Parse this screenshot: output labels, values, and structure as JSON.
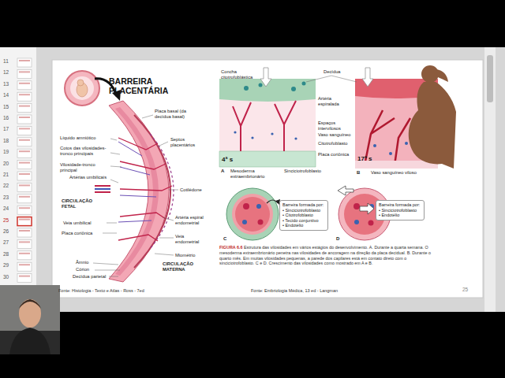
{
  "diagram": {
    "title": "BARREIRA PLACENTÁRIA",
    "caption": "Estrutura das vilosidades em vários estágios do desenvolvimento. A. Durante a quarta semana. O mesoderma extraembrionário penetra nas vilosidades de ancoragem na direção da placa decidual. B. Durante o quarto mês. Em muitas vilosidades pequenas, a parede dos capilares está em contato direto com o sinciciotrofoblasto. C e D. Crescimento das vilosidades como mostrado em A e B.",
    "nodes": [
      {
        "text": [
          "Barreira formada por:",
          "• Sinciciotrofoblasto",
          "• Citotrofoblasto",
          "• Tecido conjuntivo",
          "• Endotélio"
        ]
      },
      {
        "text": [
          "Barreira formada por:",
          "• Sinciciotrofoblasto",
          "• Endotélio"
        ]
      }
    ],
    "labels": [
      "11",
      "12",
      "13",
      "14",
      "15",
      "16",
      "17",
      "18",
      "19",
      "20",
      "21",
      "22",
      "23",
      "24",
      "25",
      "26",
      "27",
      "28",
      "29",
      "30",
      "Placa basal (da decídua basal)",
      "Septos placentários",
      "Líquido amniótico",
      "Cotos das vilosidades-tronco principais",
      "Vilosidade-tronco principal",
      "Artérias umbilicais",
      "CIRCULAÇÃO FETAL",
      "Cotilédone",
      "Veia umbilical",
      "Placa coriônica",
      "Artéria espiral endometrial",
      "Veia endometrial",
      "Miométrio",
      "Âmnio",
      "CIRCULAÇÃO MATERNA",
      "Córion",
      "Decídua parietal",
      "Fonte: Histologia - Texto e Atlas - Ross - 7ed",
      "Decídua",
      "Concha citotrofoblástica",
      "Artéria espiralada",
      "Espaços intervilosos",
      "Vaso sanguíneo",
      "Citotrofoblasto",
      "Placa coriônica",
      "4ª s",
      "A",
      "Mesoderma extraembrionário",
      "Sinciciotrofoblasto",
      "17ª s",
      "B",
      "Vaso sanguíneo viloso",
      "C",
      "D",
      "FIGURA 6.6",
      "Fonte: Embriologia Médica, 13 ed - Langman",
      "25"
    ]
  }
}
